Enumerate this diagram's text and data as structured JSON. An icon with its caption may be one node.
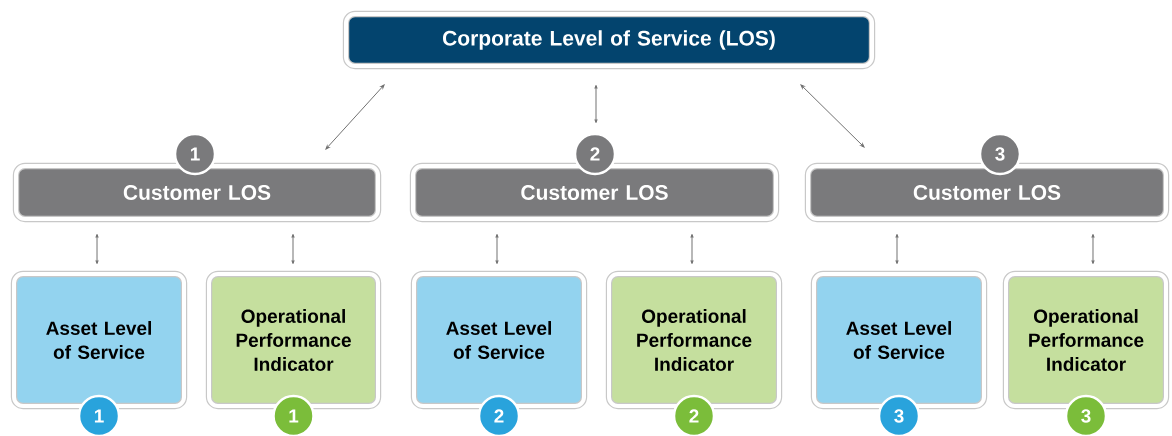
{
  "diagram": {
    "nodes": [
      {
        "text": [
          "Corporate Level of Service (LOS)"
        ]
      },
      {
        "text": [
          "Customer LOS"
        ],
        "beside": [
          "1"
        ]
      },
      {
        "text": [
          "Customer LOS"
        ],
        "beside": [
          "2"
        ]
      },
      {
        "text": [
          "Customer LOS"
        ],
        "beside": [
          "3"
        ]
      },
      {
        "text": [
          "Asset Level of Service"
        ],
        "beside": [
          "1"
        ]
      },
      {
        "text": [
          "Operational Performance Indicator"
        ],
        "beside": [
          "1"
        ]
      },
      {
        "text": [
          "Asset Level of Service"
        ],
        "beside": [
          "2"
        ]
      },
      {
        "text": [
          "Operational Performance Indicator"
        ],
        "beside": [
          "2"
        ]
      },
      {
        "text": [
          "Asset Level of Service"
        ],
        "beside": [
          "3"
        ]
      },
      {
        "text": [
          "Operational Performance Indicator"
        ],
        "beside": [
          "3"
        ]
      }
    ],
    "edges": [
      {
        "from": 0,
        "to": 1,
        "arrow": "both"
      },
      {
        "from": 0,
        "to": 2,
        "arrow": "both"
      },
      {
        "from": 0,
        "to": 3,
        "arrow": "both"
      },
      {
        "from": 1,
        "to": 4,
        "arrow": "both"
      },
      {
        "from": 1,
        "to": 5,
        "arrow": "both"
      },
      {
        "from": 2,
        "to": 6,
        "arrow": "both"
      },
      {
        "from": 2,
        "to": 7,
        "arrow": "both"
      },
      {
        "from": 3,
        "to": 8,
        "arrow": "both"
      },
      {
        "from": 3,
        "to": 9,
        "arrow": "both"
      }
    ]
  }
}
